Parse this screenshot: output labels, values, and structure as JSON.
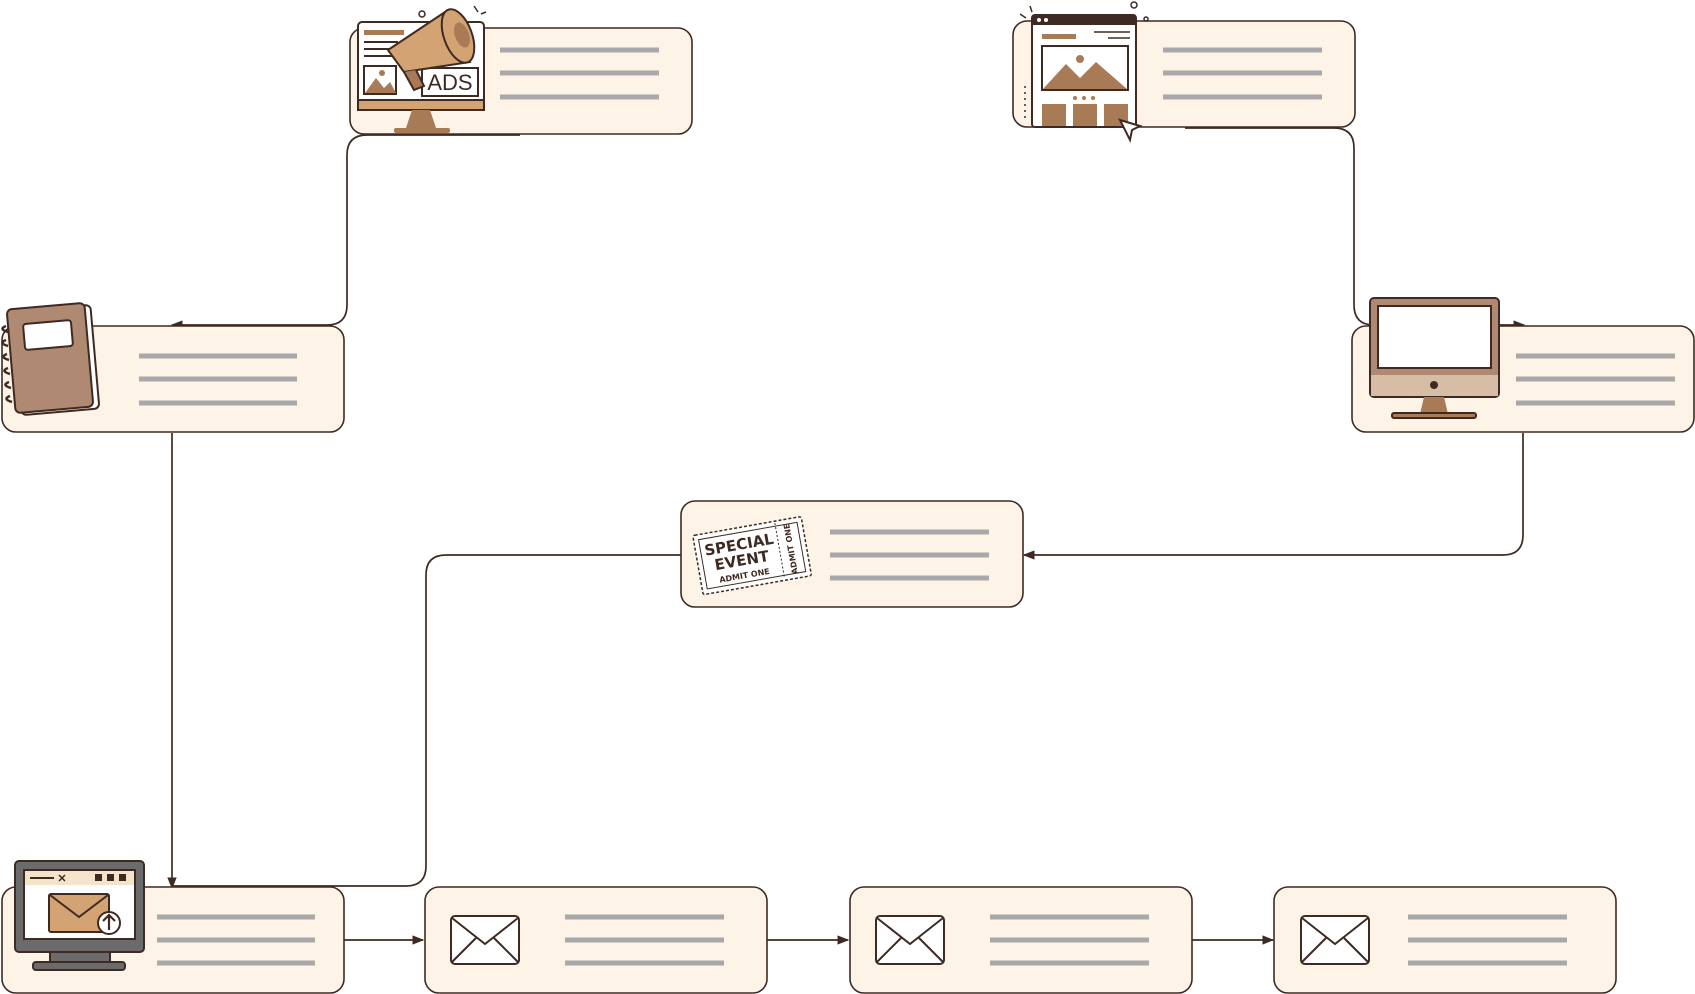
{
  "colors": {
    "card_fill": "#fdf3e7",
    "card_stroke": "#3e2a22",
    "placeholder_line": "#a8a8a8",
    "connector": "#3e2a22",
    "accent_light": "#d4a373",
    "accent_dark": "#a87a56",
    "icon_outline": "#3e2a22"
  },
  "nodes": [
    {
      "id": "ads",
      "icon": "ads-megaphone-monitor-icon",
      "icon_text": "ADS"
    },
    {
      "id": "webpage",
      "icon": "webpage-layout-icon"
    },
    {
      "id": "notebook",
      "icon": "notebook-icon"
    },
    {
      "id": "desktop",
      "icon": "desktop-computer-icon"
    },
    {
      "id": "event",
      "icon": "special-event-ticket-icon",
      "icon_text": [
        "SPECIAL",
        "EVENT",
        "ADMIT ONE",
        "ADMIT ONE"
      ]
    },
    {
      "id": "email-send",
      "icon": "email-upload-computer-icon"
    },
    {
      "id": "email-1",
      "icon": "envelope-icon"
    },
    {
      "id": "email-2",
      "icon": "envelope-icon"
    },
    {
      "id": "email-3",
      "icon": "envelope-icon"
    }
  ],
  "edges": [
    {
      "from": "ads",
      "to": "notebook"
    },
    {
      "from": "notebook",
      "to": "email-send"
    },
    {
      "from": "webpage",
      "to": "desktop"
    },
    {
      "from": "desktop",
      "to": "event"
    },
    {
      "from": "event",
      "to": "email-send"
    },
    {
      "from": "email-send",
      "to": "email-1"
    },
    {
      "from": "email-1",
      "to": "email-2"
    },
    {
      "from": "email-2",
      "to": "email-3"
    }
  ]
}
